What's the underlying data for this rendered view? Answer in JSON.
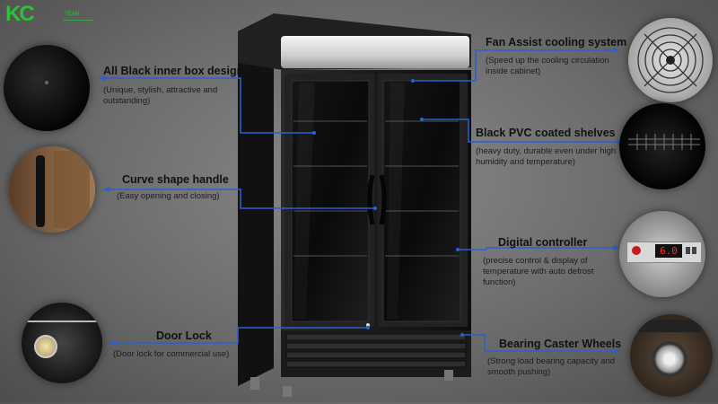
{
  "logo": {
    "mark": "KC",
    "line1": "TEAM",
    "line2": ""
  },
  "features": {
    "fan": {
      "title": "Fan Assist cooling system",
      "desc": "(Speed up the cooling circulation inside cabinet)"
    },
    "inner_box": {
      "title": "All Black inner box design",
      "desc": "(Unique, stylish, attractive and outstanding)"
    },
    "shelves": {
      "title": "Black PVC coated shelves",
      "desc": "(heavy duty, durable even under high humidity and temperature)"
    },
    "handle": {
      "title": "Curve shape handle",
      "desc": "(Easy opening and closing)"
    },
    "controller": {
      "title": "Digital controller",
      "desc": "(precise control & display of temperature with auto defrost function)"
    },
    "lock": {
      "title": "Door Lock",
      "desc": "(Door lock for commercial use)"
    },
    "casters": {
      "title": "Bearing Caster Wheels",
      "desc": "(Strong load bearing capacity and smooth pushing)"
    }
  },
  "controller_display": "6.0",
  "icons": [
    "fan-grille-icon",
    "shelf-detail-icon",
    "controller-detail-icon",
    "caster-wheel-detail-icon",
    "inner-box-detail-icon",
    "handle-detail-icon",
    "door-lock-detail-icon"
  ],
  "colors": {
    "callout_line": "#2d5fd0",
    "logo_green": "#2fbf3a",
    "display_red": "#ff2a2a"
  }
}
